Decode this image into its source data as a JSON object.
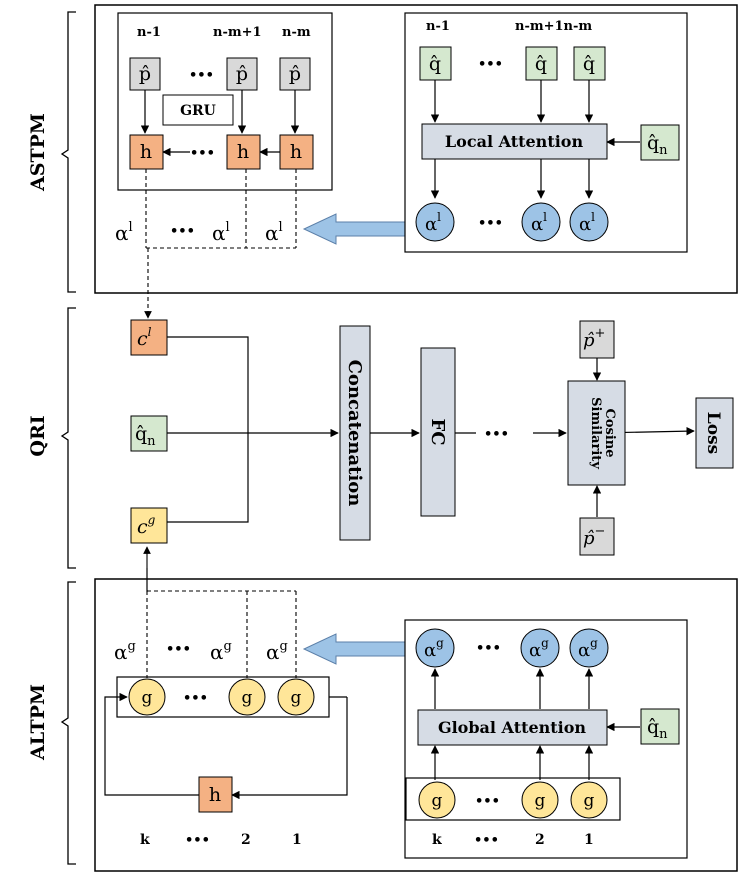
{
  "colors": {
    "gray_node": "#d9d9d9",
    "green_node": "#d5e8cf",
    "orange_node": "#f4b183",
    "yellow_node": "#ffe699",
    "blue_node": "#9dc3e6",
    "slate_block": "#d6dce5",
    "arrow_fill": "#9dc3e6",
    "line": "#000000"
  },
  "sections": {
    "astpm": "ASTPM",
    "qri": "QRI",
    "altpm": "ALTPM"
  },
  "astpm": {
    "left_positions": [
      "n-1",
      "n-m+1",
      "n-m"
    ],
    "right_positions": [
      "n-1",
      "n-m+1n-m"
    ],
    "p_node": "p̂",
    "q_node": "q̂",
    "gru_label": "GRU",
    "h_node": "h",
    "alpha_local": "α",
    "alpha_local_sup": "l",
    "local_attention": "Local Attention",
    "qn_main": "q̂",
    "qn_sub": "n",
    "ellipsis": "•••"
  },
  "qri": {
    "c_l_main": "c",
    "c_l_sup": "l",
    "qn_main": "q̂",
    "qn_sub": "n",
    "c_g_main": "c",
    "c_g_sup": "g",
    "concatenation": "Concatenation",
    "fc": "FC",
    "ellipsis": "•••",
    "cosine_line1": "Cosine",
    "cosine_line2": "Similarity",
    "loss": "Loss",
    "p_plus_main": "p̂",
    "p_plus_sup": "+",
    "p_minus_main": "p̂",
    "p_minus_sup": "−"
  },
  "altpm": {
    "alpha_global": "α",
    "alpha_global_sup": "g",
    "g_node": "g",
    "h_node": "h",
    "global_attention": "Global Attention",
    "qn_main": "q̂",
    "qn_sub": "n",
    "positions": [
      "k",
      "2",
      "1"
    ],
    "ellipsis": "•••"
  }
}
